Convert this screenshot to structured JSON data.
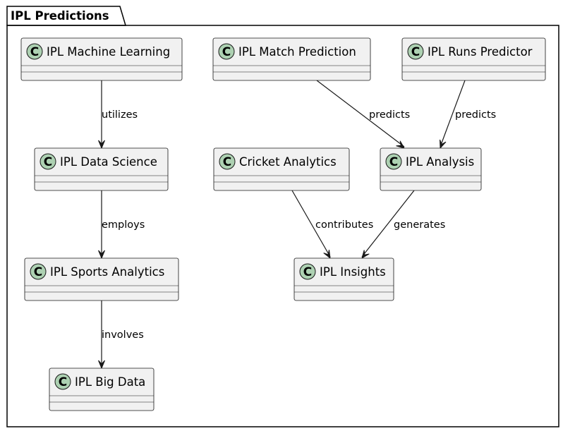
{
  "package": {
    "title": "IPL Predictions"
  },
  "stereotype_letter": "C",
  "colors": {
    "class_fill": "#f1f1f1",
    "stereotype_circle": "#add1b2",
    "stroke": "#181818"
  },
  "classes": [
    {
      "id": "ml",
      "name": "IPL Machine Learning"
    },
    {
      "id": "match",
      "name": "IPL Match Prediction"
    },
    {
      "id": "runs",
      "name": "IPL Runs Predictor"
    },
    {
      "id": "ds",
      "name": "IPL Data Science"
    },
    {
      "id": "cricket",
      "name": "Cricket Analytics"
    },
    {
      "id": "analysis",
      "name": "IPL Analysis"
    },
    {
      "id": "sports",
      "name": "IPL Sports Analytics"
    },
    {
      "id": "insights",
      "name": "IPL Insights"
    },
    {
      "id": "bigdata",
      "name": "IPL Big Data"
    }
  ],
  "relations": [
    {
      "from": "ml",
      "to": "ds",
      "label": "utilizes"
    },
    {
      "from": "match",
      "to": "analysis",
      "label": "predicts"
    },
    {
      "from": "runs",
      "to": "analysis",
      "label": "predicts"
    },
    {
      "from": "ds",
      "to": "sports",
      "label": "employs"
    },
    {
      "from": "cricket",
      "to": "insights",
      "label": "contributes"
    },
    {
      "from": "analysis",
      "to": "insights",
      "label": "generates"
    },
    {
      "from": "sports",
      "to": "bigdata",
      "label": "involves"
    }
  ]
}
